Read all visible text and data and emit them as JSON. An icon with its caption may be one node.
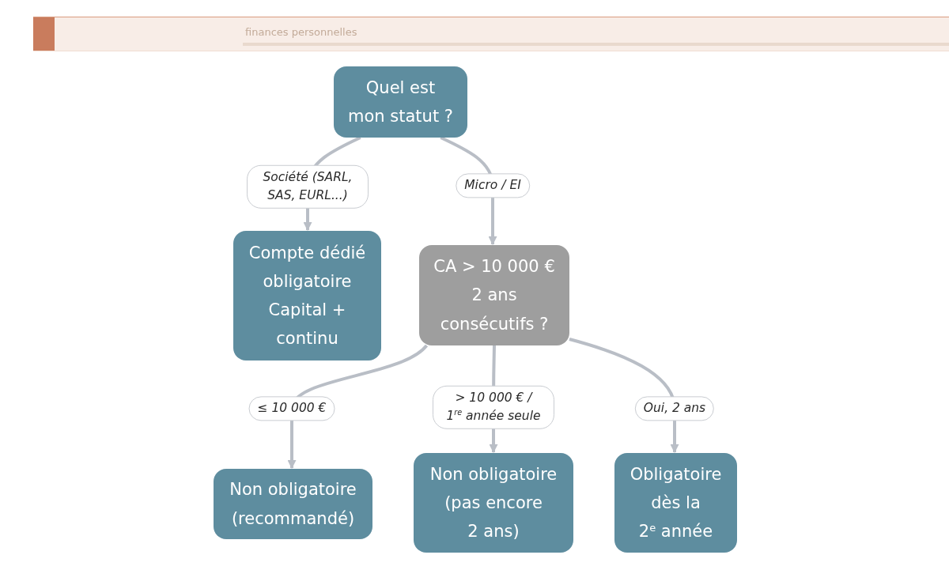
{
  "diagram": {
    "nodes": [
      {
        "text": [
          "Quel est mon statut ?"
        ]
      },
      {
        "text": [
          "Compte dédié obligatoire Capital + continu"
        ]
      },
      {
        "text": [
          "CA > 10 000 € 2 ans consécutifs ?"
        ]
      },
      {
        "text": [
          "Non obligatoire (recommandé)"
        ]
      },
      {
        "text": [
          "Non obligatoire (pas encore 2 ans)"
        ]
      },
      {
        "text": [
          "Obligatoire dès la 2$^{e}$ année"
        ]
      }
    ],
    "edges": [
      {
        "from": 0,
        "to": 1,
        "arrow": "to",
        "label": "Société (SARL, SAS, EURL...)"
      },
      {
        "from": 0,
        "to": 2,
        "arrow": "to",
        "label": "Micro / EI"
      },
      {
        "from": 2,
        "to": 3,
        "arrow": "to",
        "label": "≤ 10 000 €"
      },
      {
        "from": 2,
        "to": 4,
        "arrow": "to",
        "label": "> 10 000 € / 1$^{re}$ année seule"
      },
      {
        "from": 2,
        "to": 5,
        "arrow": "to",
        "label": "Oui, 2 ans"
      }
    ],
    "labels": [
      "finances personnelles"
    ]
  }
}
